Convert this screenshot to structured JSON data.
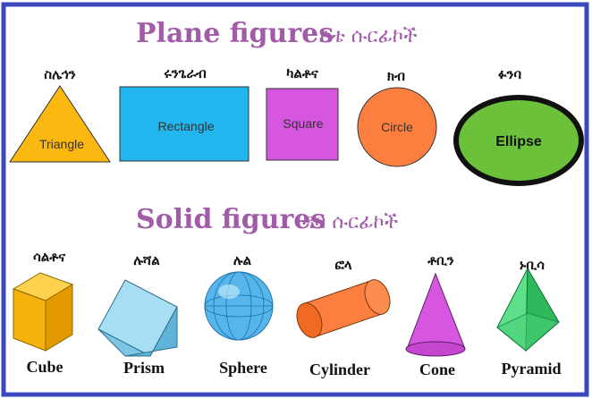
{
  "plane": {
    "title_en": "Plane figures",
    "title_am": "ሰቴ ሱርፊኮች",
    "shapes": [
      {
        "label": "ስሌኅን",
        "name": "Triangle",
        "color": "#fbb811"
      },
      {
        "label": "ሩንጌራብ",
        "name": "Rectangle",
        "color": "#22b5ee"
      },
      {
        "label": "ካልቶና",
        "name": "Square",
        "color": "#d756e0"
      },
      {
        "label": "ክብ",
        "name": "Circle",
        "color": "#fd7f3f"
      },
      {
        "label": "ፉንባ",
        "name": "Ellipse",
        "color": "#6cc13b"
      }
    ]
  },
  "solid": {
    "title_en": "Solid figures",
    "title_am": "ዳባ ሱርፊኮች",
    "shapes": [
      {
        "label": "ሳልቶና",
        "name": "Cube",
        "color": "#fbb811"
      },
      {
        "label": "ሉሻል",
        "name": "Prism",
        "color": "#8fd3ee"
      },
      {
        "label": "ሉል",
        "name": "Sphere",
        "color": "#4fb4ea"
      },
      {
        "label": "ፎላ",
        "name": "Cylinder",
        "color": "#fd7f3f"
      },
      {
        "label": "ቶቢን",
        "name": "Cone",
        "color": "#d756e0"
      },
      {
        "label": "ኑቢሳ",
        "name": "Pyramid",
        "color": "#3ccf6b"
      }
    ]
  }
}
